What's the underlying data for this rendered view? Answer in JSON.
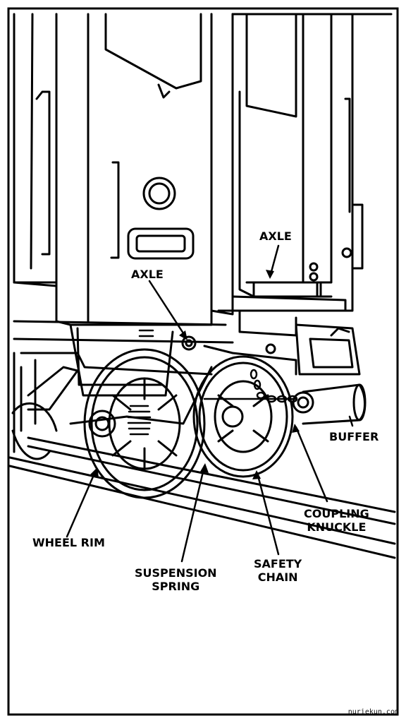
{
  "labels": {
    "axle_top": "AXLE",
    "axle_left": "AXLE",
    "buffer": "BUFFER",
    "coupling_knuckle": [
      "COUPLING",
      "KNUCKLE"
    ],
    "wheel_rim": "WHEEL RIM",
    "suspension_spring": [
      "SUSPENSION",
      "SPRING"
    ],
    "safety_chain": [
      "SAFETY",
      "CHAIN"
    ]
  },
  "credit": "nuriekun.com",
  "colors": {
    "line": "#000000",
    "background": "#ffffff"
  }
}
